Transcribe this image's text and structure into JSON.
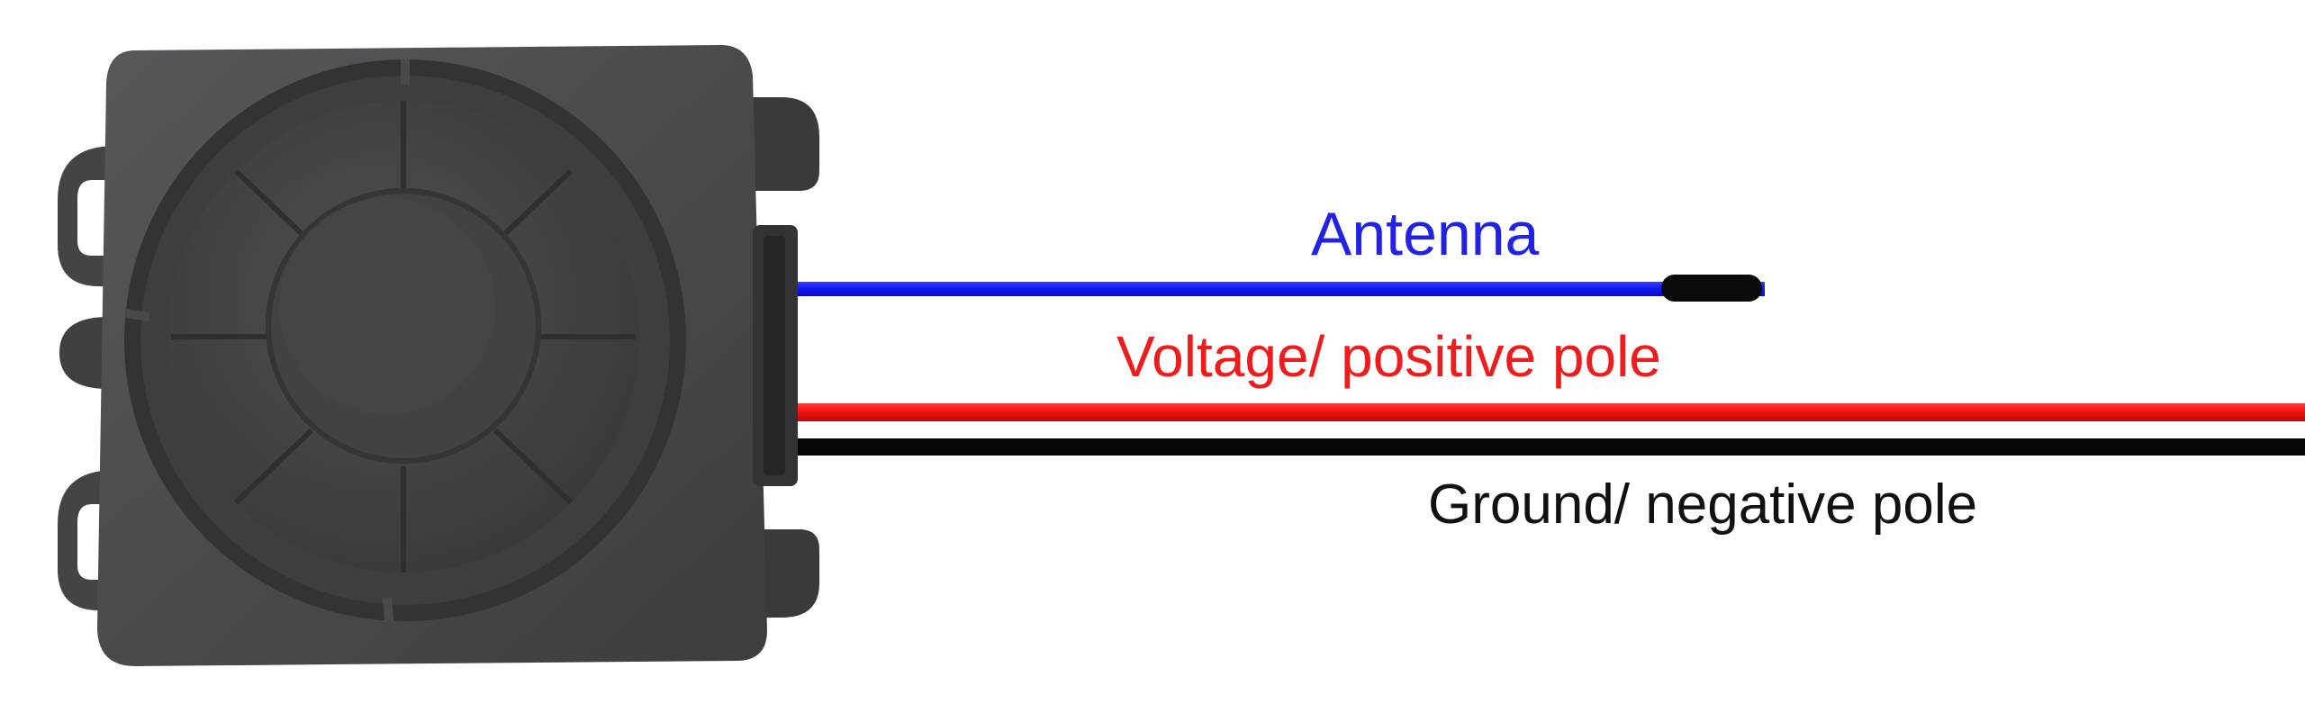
{
  "labels": {
    "antenna": "Antenna",
    "voltage": "Voltage/ positive pole",
    "ground": "Ground/ negative pole"
  },
  "colors": {
    "background": "#ffffff",
    "antenna_wire": "#1515f2",
    "antenna_text": "#2222e6",
    "positive_wire": "#f01010",
    "positive_text": "#ee1c1c",
    "ground_wire": "#050505",
    "ground_text": "#111111",
    "antenna_tip": "#0a0a0a",
    "housing": "#4a4a4c",
    "housing_dark": "#2e2e30",
    "housing_light": "#5c5c5f"
  },
  "icons": {
    "device": "siren-module-icon"
  }
}
